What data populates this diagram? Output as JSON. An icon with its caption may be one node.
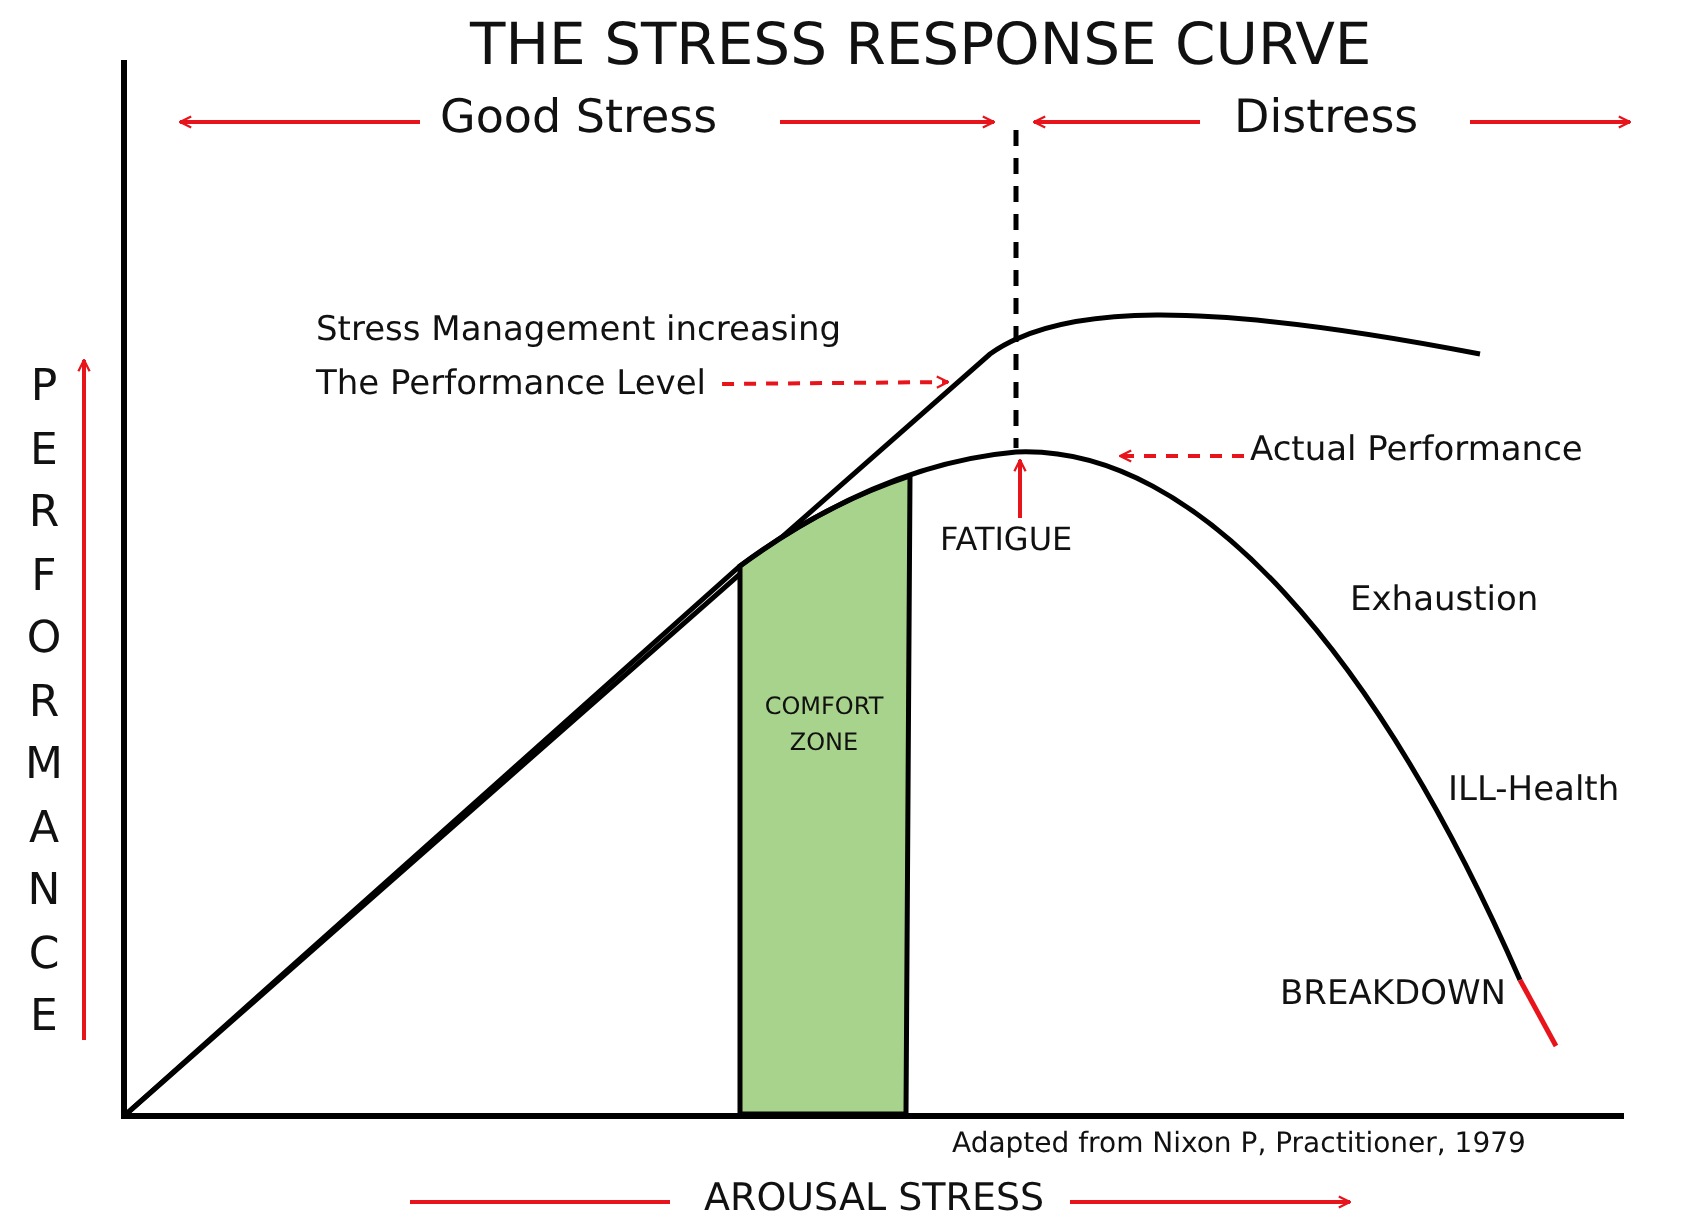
{
  "diagram": {
    "title": "THE STRESS RESPONSE CURVE",
    "caption": "Adapted from Nixon P, Practitioner, 1979",
    "nodes": [
      {
        "text": [
          "Stress Management increasing The Performance Level"
        ]
      },
      {
        "text": [
          "Actual Performance"
        ]
      },
      {
        "text": [
          "FATIGUE"
        ]
      },
      {
        "text": [
          "COMFORT ZONE"
        ]
      }
    ],
    "edges": [
      {
        "from": 0,
        "to": null,
        "arrow": "to",
        "style": "dashed"
      },
      {
        "from": 1,
        "to": null,
        "arrow": "to",
        "style": "dashed"
      },
      {
        "from": 2,
        "to": null,
        "arrow": "to"
      }
    ],
    "labels": [
      "Good Stress",
      "Distress",
      "PERFORMANCE",
      "Exhaustion",
      "ILL-Health",
      "BREAKDOWN",
      "AROUSAL STRESS"
    ]
  }
}
